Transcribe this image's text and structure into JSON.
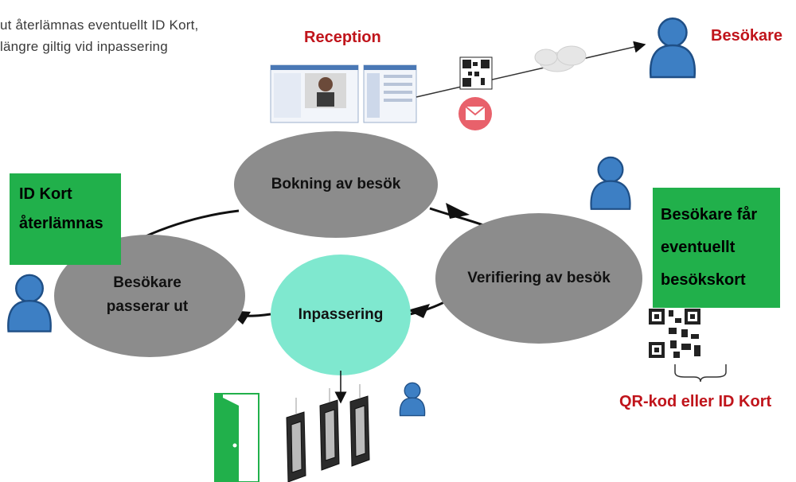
{
  "note": {
    "line1": "ut återlämnas eventuellt ID Kort,",
    "line2": "längre giltig vid inpassering"
  },
  "labels": {
    "reception": "Reception",
    "visitor": "Besökare",
    "qr_or_id": "QR-kod eller ID Kort"
  },
  "nodes": {
    "booking": "Bokning av besök",
    "verification": "Verifiering av besök",
    "entry": "Inpassering",
    "exit_line1": "Besökare",
    "exit_line2": "passerar ut"
  },
  "boxes": {
    "id_returned_line1": "ID Kort",
    "id_returned_line2": "återlämnas",
    "visitor_card_line1": "Besökare får",
    "visitor_card_line2": "eventuellt",
    "visitor_card_line3": "besökskort"
  },
  "colors": {
    "node_gray": "#8c8c8c",
    "entry_cyan": "#7fe8cf",
    "box_green": "#21b04b",
    "label_red": "#c0141b",
    "person_blue": "#3d7fc4"
  }
}
